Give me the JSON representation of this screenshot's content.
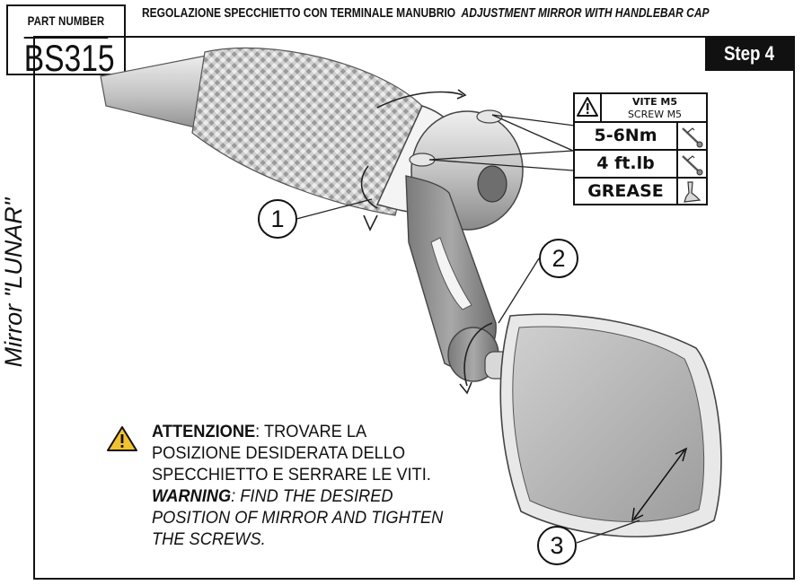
{
  "part": {
    "label": "PART NUMBER",
    "code": "BS315"
  },
  "header": {
    "title_it": "REGOLAZIONE SPECCHIETTO CON TERMINALE MANUBRIO",
    "title_en": "ADJUSTMENT MIRROR WITH HANDLEBAR CAP"
  },
  "step": "Step 4",
  "side_label": "Mirror \"LUNAR\"",
  "spec": {
    "screw_it": "VITE M5",
    "screw_en": "SCREW M5",
    "rows": [
      {
        "value": "5-6Nm",
        "tool": "torque-wrench-icon"
      },
      {
        "value": "4 ft.lb",
        "tool": "torque-wrench-icon"
      },
      {
        "value": "GREASE",
        "tool": "grease-tube-icon"
      }
    ]
  },
  "callouts": [
    "1",
    "2",
    "3"
  ],
  "warning": {
    "title_it": "ATTENZIONE",
    "text_it_1": ": TROVARE LA",
    "text_it_2": "POSIZIONE DESIDERATA DELLO",
    "text_it_3": "SPECCHIETTO E SERRARE LE VITI.",
    "title_en": "WARNING",
    "text_en_1": ": FIND THE DESIRED",
    "text_en_2": "POSITION OF MIRROR AND TIGHTEN",
    "text_en_3": "THE SCREWS."
  },
  "colors": {
    "ink": "#111111",
    "warning_yellow": "#f2c12e",
    "metal_light": "#d6d6d6",
    "metal_dark": "#8e8e8e"
  }
}
